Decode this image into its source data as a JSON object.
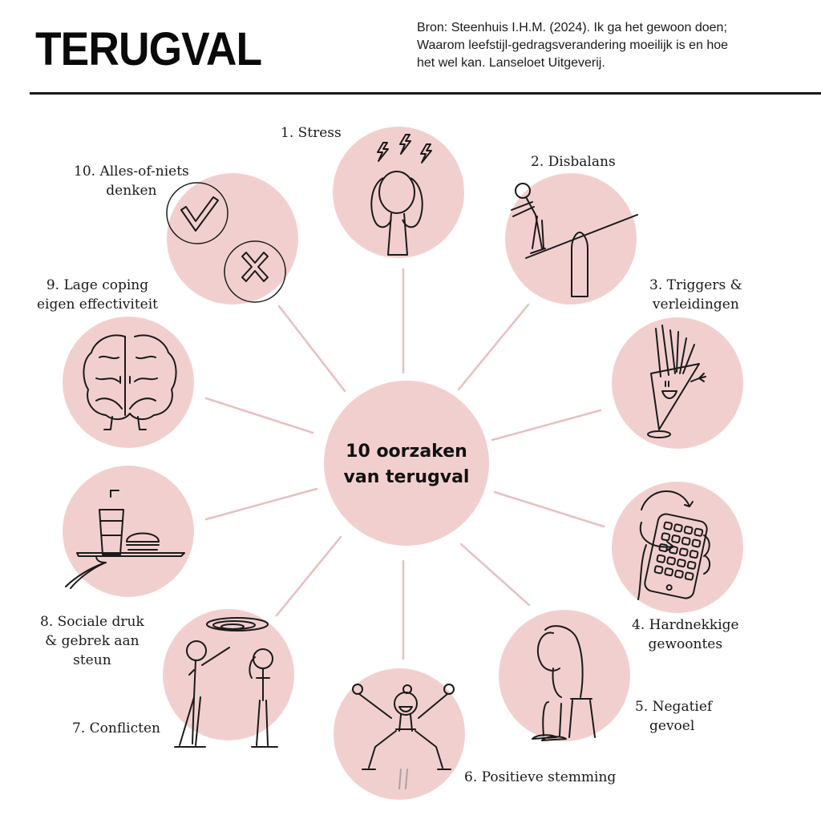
{
  "header": {
    "title": "TERUGVAL",
    "source_lines": [
      "Bron: Steenhuis I.H.M. (2024). Ik ga het gewoon doen;",
      "Waarom leefstijl-gedragsverandering moeilijk is en hoe",
      "het wel kan. Lanseloet Uitgeverij."
    ]
  },
  "colors": {
    "circle_fill": "#f2cfcf",
    "connector": "#e8bfbf",
    "ink": "#1a1a1a",
    "rule": "#1a1a1a"
  },
  "center": {
    "line1": "10 oorzaken",
    "line2": "van terugval"
  },
  "causes": [
    {
      "number": 1,
      "lines": [
        "1. Stress"
      ],
      "icon": "stressed-person-lightning-icon"
    },
    {
      "number": 2,
      "lines": [
        "2. Disbalans"
      ],
      "icon": "person-on-seesaw-icon"
    },
    {
      "number": 3,
      "lines": [
        "3. Triggers &",
        "verleidingen"
      ],
      "icon": "french-fries-waving-icon"
    },
    {
      "number": 4,
      "lines": [
        "4. Hardnekkige",
        "gewoontes"
      ],
      "icon": "hand-holding-phone-cycle-icon"
    },
    {
      "number": 5,
      "lines": [
        "5. Negatief",
        "gevoel"
      ],
      "icon": "sad-person-on-stool-icon"
    },
    {
      "number": 6,
      "lines": [
        "6. Positieve stemming"
      ],
      "icon": "jumping-happy-person-icon"
    },
    {
      "number": 7,
      "lines": [
        "7. Conflicten"
      ],
      "icon": "two-people-arguing-icon"
    },
    {
      "number": 8,
      "lines": [
        "8. Sociale druk",
        "& gebrek aan",
        "steun"
      ],
      "icon": "tray-with-soda-burger-icon"
    },
    {
      "number": 9,
      "lines": [
        "9. Lage coping",
        "eigen effectiviteit"
      ],
      "icon": "brain-character-icon"
    },
    {
      "number": 10,
      "lines": [
        "10. Alles-of-niets",
        "denken"
      ],
      "icon": "check-and-cross-icon"
    }
  ]
}
